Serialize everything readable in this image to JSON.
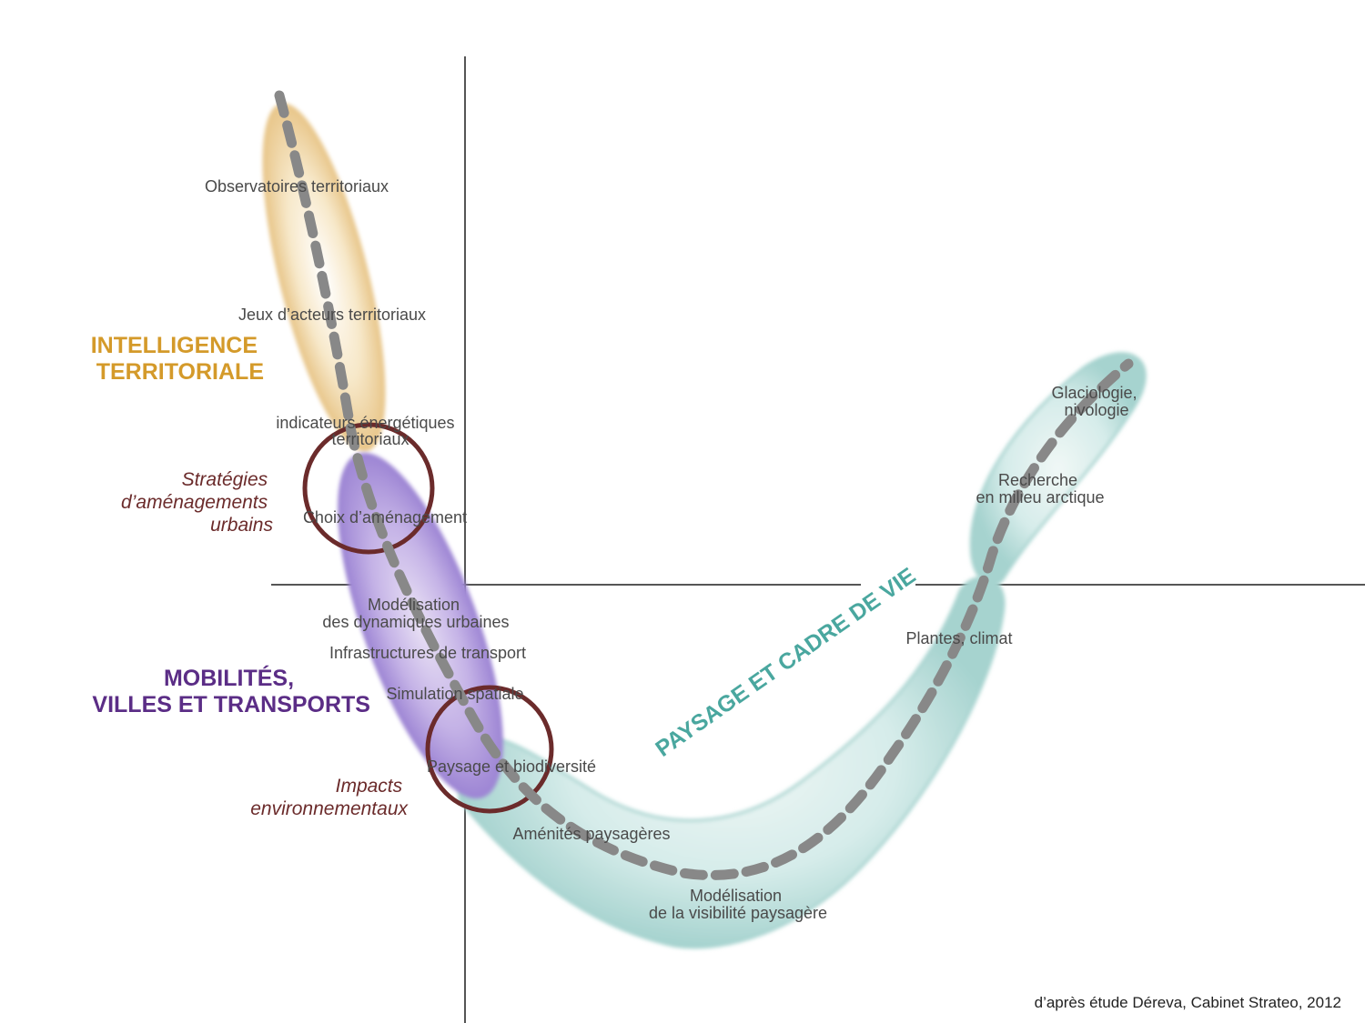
{
  "colors": {
    "orange": "#d49a2a",
    "purple": "#5b2d86",
    "teal": "#4aa79f",
    "maroon": "#6b2b2b",
    "dash": "#888888",
    "axis": "#555555"
  },
  "groups": {
    "intelligence": {
      "line1": "INTELLIGENCE",
      "line2": "TERRITORIALE"
    },
    "mobilites": {
      "line1": "MOBILITÉS,",
      "line2": "VILLES ET TRANSPORTS"
    },
    "paysage": "PAYSAGE ET CADRE DE VIE"
  },
  "crossovers": {
    "strategies": {
      "line1": "Stratégies",
      "line2": "d’aménagements",
      "line3": "urbains"
    },
    "impacts": {
      "line1": "Impacts",
      "line2": "environnementaux"
    }
  },
  "topics": {
    "observatoires": "Observatoires territoriaux",
    "jeux": "Jeux d’acteurs territoriaux",
    "indicateurs1": "indicateurs énergétiques",
    "indicateurs2": "territoriaux",
    "choix": "Choix d’aménagement",
    "modelisation_dyn1": "Modélisation",
    "modelisation_dyn2": "des dynamiques urbaines",
    "infrastructures": "Infrastructures de transport",
    "simulation": "Simulation spatiale",
    "paysage_biodiv": "Paysage et biodiversité",
    "amenites": "Aménités paysagères",
    "modelisation_vis1": "Modélisation",
    "modelisation_vis2": "de la visibilité paysagère",
    "plantes": "Plantes, climat",
    "recherche1": "Recherche",
    "recherche2": "en milieu arctique",
    "glacio1": "Glaciologie,",
    "glacio2": "nivologie"
  },
  "credit": "d’après étude Déreva, Cabinet Strateo, 2012"
}
